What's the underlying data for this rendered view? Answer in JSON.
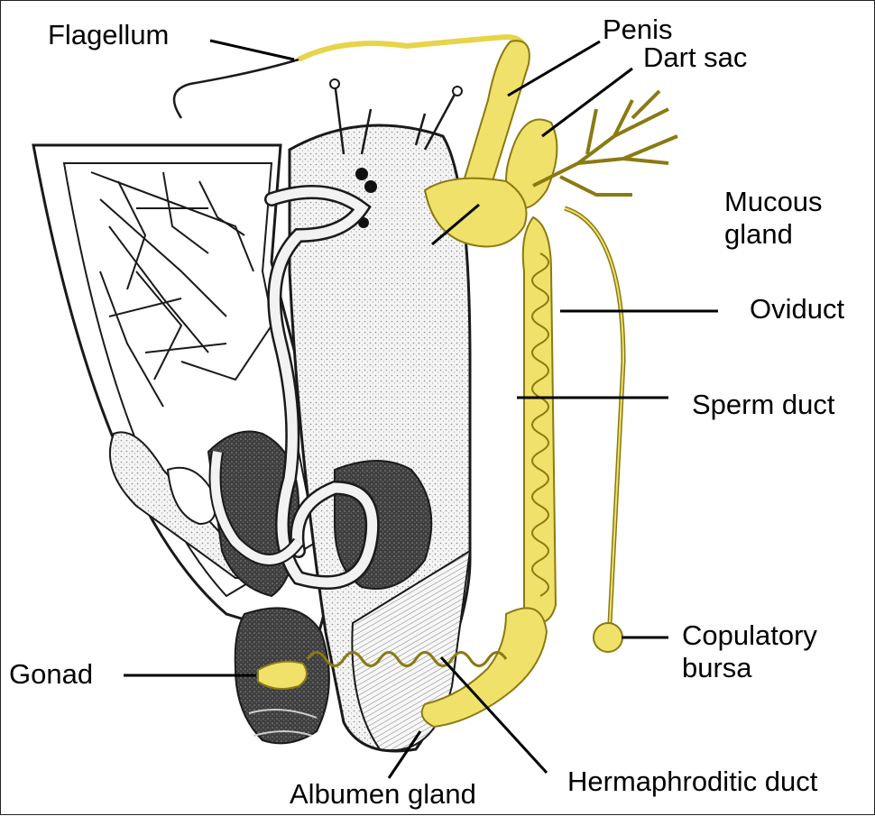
{
  "diagram": {
    "colors": {
      "highlight": "#f0e16a",
      "highlight_stroke": "#b8a21c",
      "ink": "#1a1a1a",
      "stipple": "#bdbdbd",
      "body": "#eeeeee",
      "dark_organ": "#4d4d4d"
    },
    "labels": {
      "flagellum": "Flagellum",
      "penis": "Penis",
      "dart_sac": "Dart sac",
      "mucous_gland": "Mucous gland",
      "oviduct": "Oviduct",
      "sperm_duct": "Sperm duct",
      "copulatory_bursa": "Copulatory bursa",
      "gonad": "Gonad",
      "albumen_gland": "Albumen gland",
      "hermaphroditic_duct": "Hermaphroditic duct"
    }
  }
}
